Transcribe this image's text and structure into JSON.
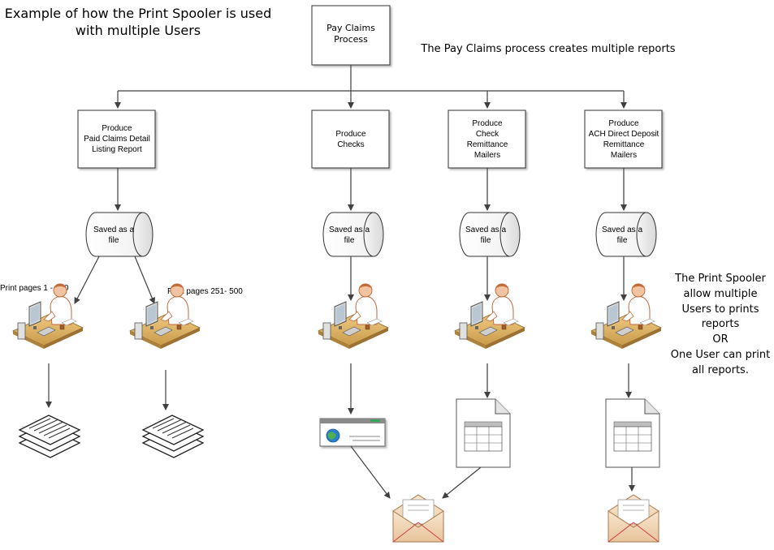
{
  "title": {
    "line1": "Example of how the Print Spooler is used",
    "line2": "with multiple Users"
  },
  "top_note": "The Pay Claims process creates multiple reports",
  "root": {
    "line1": "Pay Claims",
    "line2": "Process"
  },
  "processes": [
    {
      "lines": [
        "Produce",
        "Paid Claims Detail",
        "Listing Report"
      ]
    },
    {
      "lines": [
        "Produce",
        "Checks"
      ]
    },
    {
      "lines": [
        "Produce",
        "Check",
        "Remittance",
        "Mailers"
      ]
    },
    {
      "lines": [
        "Produce",
        "ACH Direct Deposit",
        "Remittance",
        "Mailers"
      ]
    }
  ],
  "storage_label": {
    "line1": "Saved as a",
    "line2": "file"
  },
  "print_labels": {
    "first": "Print pages 1 - 250",
    "second": "Print pages 251- 500"
  },
  "side_note": {
    "lines": [
      "The Print Spooler",
      "allow multiple",
      "Users to prints",
      "reports",
      "OR",
      "One User can print",
      "all reports."
    ]
  },
  "colors": {
    "box_fill": "#ffffff",
    "box_stroke": "#333333",
    "connector": "#404040",
    "desk": "#d9b06a",
    "envelope": "#f3dcc0"
  },
  "icons": {
    "user": "user-at-workstation-icon",
    "printout": "printout-stack-icon",
    "check": "check-document-icon",
    "spreadsheet": "spreadsheet-document-icon",
    "mail": "envelope-mail-icon"
  }
}
